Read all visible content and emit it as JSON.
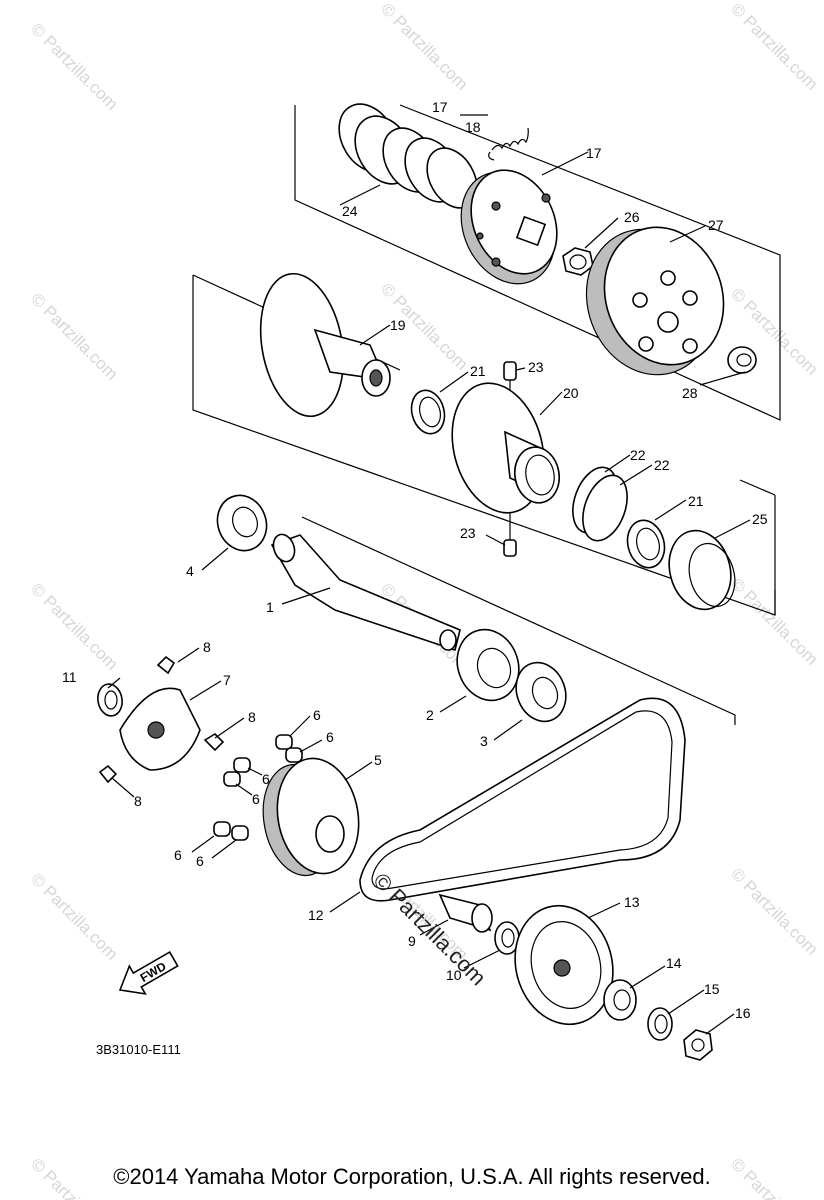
{
  "diagram": {
    "part_code": "3B31010-E111",
    "fwd_label": "FWD",
    "copyright": "©2014  Yamaha Motor Corporation, U.S.A. All rights reserved.",
    "watermark": "© Partzilla.com",
    "center_watermark": "© Partzilla.com",
    "callouts": [
      "17",
      "18",
      "17",
      "24",
      "26",
      "27",
      "19",
      "21",
      "23",
      "20",
      "28",
      "22",
      "22",
      "21",
      "25",
      "23",
      "4",
      "1",
      "8",
      "11",
      "7",
      "2",
      "8",
      "6",
      "6",
      "3",
      "5",
      "6",
      "6",
      "8",
      "6",
      "6",
      "13",
      "12",
      "9",
      "10",
      "14",
      "15",
      "16"
    ]
  }
}
